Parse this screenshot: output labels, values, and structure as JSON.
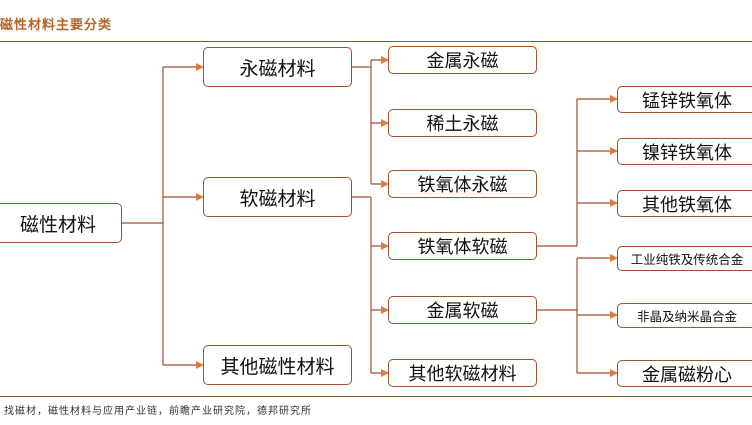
{
  "header": {
    "title": "磁性材料主要分类"
  },
  "footer": {
    "source": "找磁材，磁性材料与应用产业链，前瞻产业研究院，德邦研究所"
  },
  "colors": {
    "line": "#a0522d",
    "arrow": "#e07a3a",
    "title": "#b4652b"
  },
  "nodes": {
    "root": "磁性材料",
    "permanent": "永磁材料",
    "soft": "软磁材料",
    "other": "其他磁性材料",
    "metal_permanent": "金属永磁",
    "rare_earth": "稀土永磁",
    "ferrite_permanent": "铁氧体永磁",
    "ferrite_soft": "铁氧体软磁",
    "metal_soft": "金属软磁",
    "other_soft": "其他软磁材料",
    "mnzn": "锰锌铁氧体",
    "nizn": "镍锌铁氧体",
    "other_ferrite": "其他铁氧体",
    "pure_iron": "工业纯铁及传统合金",
    "amorphous": "非晶及纳米晶合金",
    "powder_core": "金属磁粉心"
  }
}
